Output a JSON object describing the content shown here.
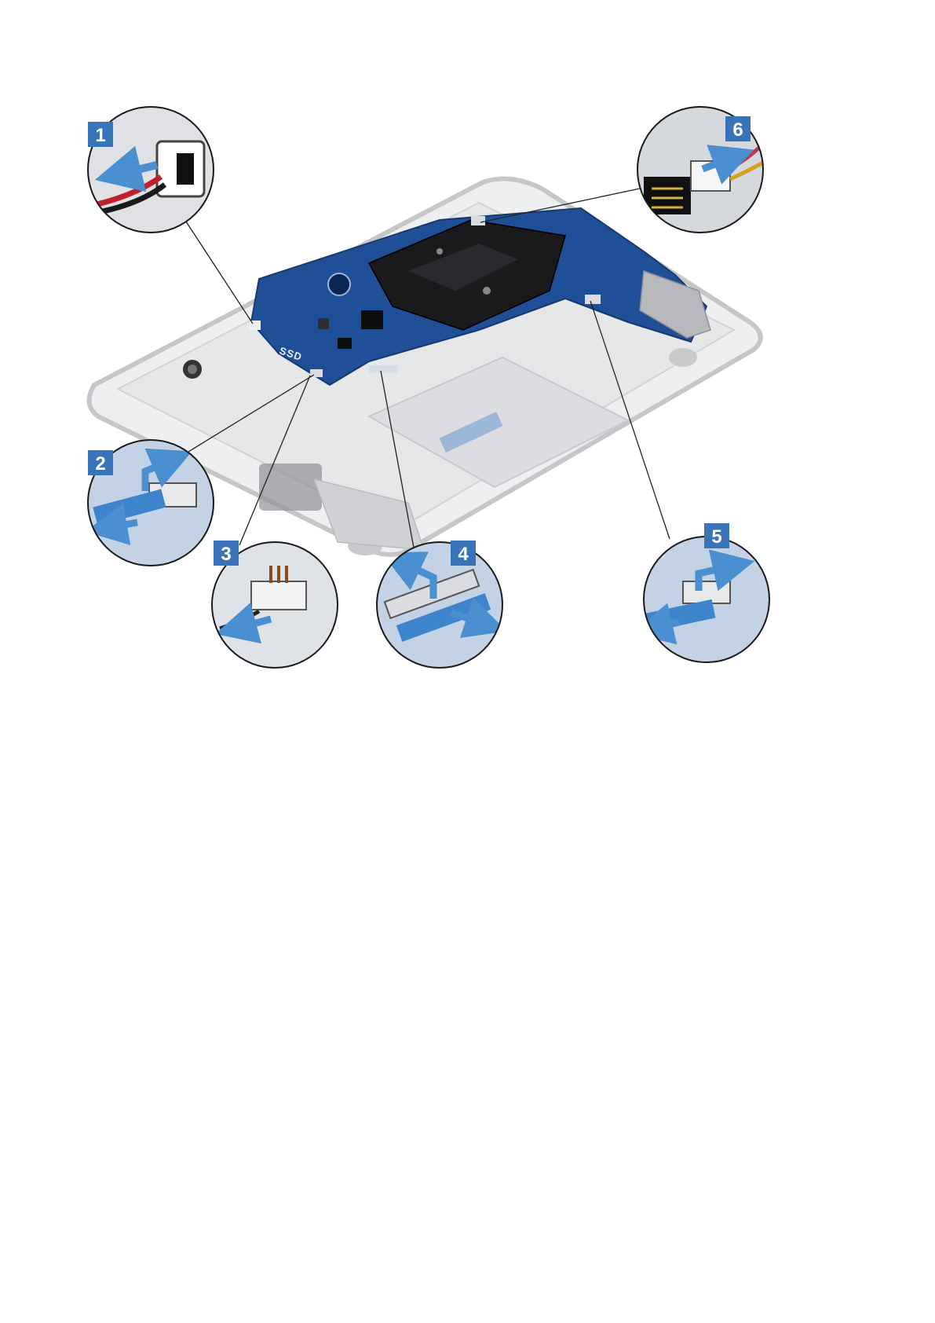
{
  "figure": {
    "board_label": "SSD",
    "callouts": [
      {
        "id": 1,
        "label": "1",
        "part": "coin-cell-battery-cable",
        "action": "disconnect"
      },
      {
        "id": 2,
        "label": "2",
        "part": "io-board-cable",
        "action": "lift-latch-disconnect"
      },
      {
        "id": 3,
        "label": "3",
        "part": "speaker-cable",
        "action": "disconnect"
      },
      {
        "id": 4,
        "label": "4",
        "part": "touchpad-cable",
        "action": "lift-latch-disconnect"
      },
      {
        "id": 5,
        "label": "5",
        "part": "keyboard-cable",
        "action": "lift-latch-disconnect"
      },
      {
        "id": 6,
        "label": "6",
        "part": "power-connector-cable",
        "action": "disconnect"
      }
    ]
  },
  "colors": {
    "badge": "#3a74b8",
    "arrow": "#4a8fd0",
    "pcb": "#1f4f96",
    "chassis": "#d9dadc",
    "heatsink": "#1a1a1c"
  }
}
